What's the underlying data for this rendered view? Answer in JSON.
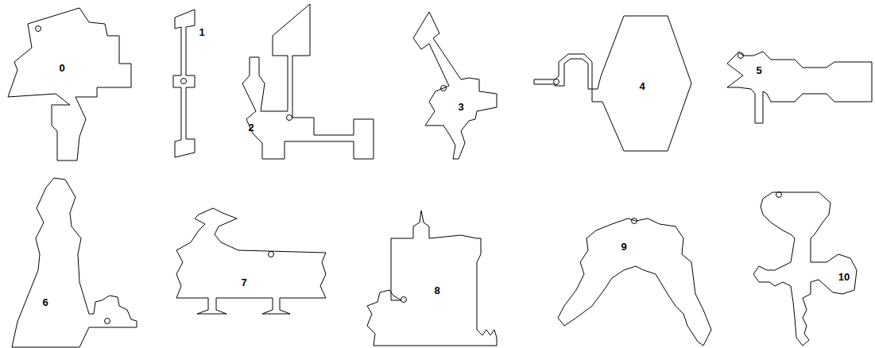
{
  "diagram": {
    "nodes": [
      {
        "text": [
          "0"
        ]
      },
      {
        "text": [
          "1"
        ]
      },
      {
        "text": [
          "2"
        ]
      },
      {
        "text": [
          "3"
        ]
      },
      {
        "text": [
          "4"
        ]
      },
      {
        "text": [
          "5"
        ]
      },
      {
        "text": [
          "6"
        ]
      },
      {
        "text": [
          "7"
        ]
      },
      {
        "text": [
          "8"
        ]
      },
      {
        "text": [
          "9"
        ]
      },
      {
        "text": [
          "10"
        ]
      }
    ]
  }
}
